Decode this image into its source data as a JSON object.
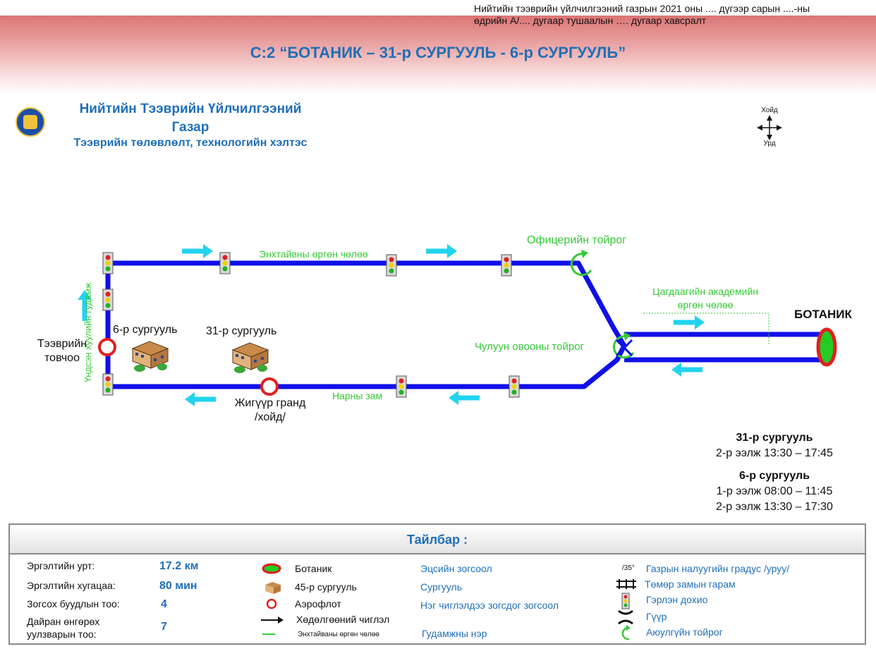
{
  "header": {
    "order_note": "Нийтийн тээврийн үйлчилгээний газрын 2021 оны .... дүгээр  сарын ....-ны\nөдрийн А/.... дугаар тушаалын …. дугаар хавсралт",
    "route_title": "С:2 “БОТАНИК – 31-р СУРГУУЛЬ - 6-р СУРГУУЛЬ”",
    "org_name_line1": "Нийтийн Тээврийн Үйлчилгээний",
    "org_name_line2": "Газар",
    "department": "Тээврийн төлөвлөлт, технологийн хэлтэс"
  },
  "compass": {
    "north": "Хойд",
    "south": "Урд"
  },
  "map": {
    "street_top": "Энхтайвны өргөн чөлөө",
    "street_bottom": "Нарны зам",
    "street_left": "Үндсэн хуулийн гудамж",
    "street_academy_line1": "Цагдаагийн академийн",
    "street_academy_line2": "өргөн чөлөө",
    "roundabout_officers": "Офицерийн тойрог",
    "roundabout_chuluun": "Чулуун овооны тойрог",
    "terminal": "БОТАНИК",
    "school6": "6-р сургууль",
    "school31": "31-р сургууль",
    "stop_tovchoo_line1": "Тээврийн",
    "stop_tovchoo_line2": "товчоо",
    "stop_jiguur_line1": "Жигүүр гранд",
    "stop_jiguur_line2": "/хойд/"
  },
  "schedule": {
    "school31_title": "31-р сургууль",
    "school31_shift2": "2-р ээлж 13:30 – 17:45",
    "school6_title": "6-р сургууль",
    "school6_shift1": "1-р ээлж 08:00 – 11:45",
    "school6_shift2": "2-р ээлж 13:30 – 17:30"
  },
  "legend": {
    "title": "Тайлбар :",
    "length_label": "Эргэлтийн урт:",
    "length_value": "17.2 км",
    "duration_label": "Эргэлтийн хугацаа:",
    "duration_value": "80 мин",
    "stops_label": "Зогсох буудлын тоо:",
    "stops_value": "4",
    "intersections_label_line1": "Дайран өнгөрөх",
    "intersections_label_line2": "уулзварын тоо:",
    "intersections_value": "7",
    "terminal_item": "Ботаник",
    "school_item": "45-р сургууль",
    "stop_item": "Аэрофлот",
    "direction_item": "Хөдөлгөөний чиглэл",
    "street_item": "Энхтайваны өргөн чөлөө",
    "col3": [
      "Эцсийн зогсоол",
      "Сургууль",
      "Нэг чиглэлдээ зогсдог зогсоол",
      "Гудамжны нэр"
    ],
    "slope_sample": "/35°",
    "slope_item": "Газрын налуугийн градус /уруу/",
    "rail_item": "Төмөр замын гарам",
    "light_item": "Гэрлэн дохио",
    "bridge_item": "Гүүр",
    "roundabout_item": "Аюулгүйн тойрог"
  },
  "colors": {
    "route": "#1010e8",
    "arrow": "#22d3ee",
    "street_label": "#35c935",
    "title": "#1f6fb8",
    "stop_ring": "#e02020",
    "terminal_fill": "#22cc22"
  }
}
